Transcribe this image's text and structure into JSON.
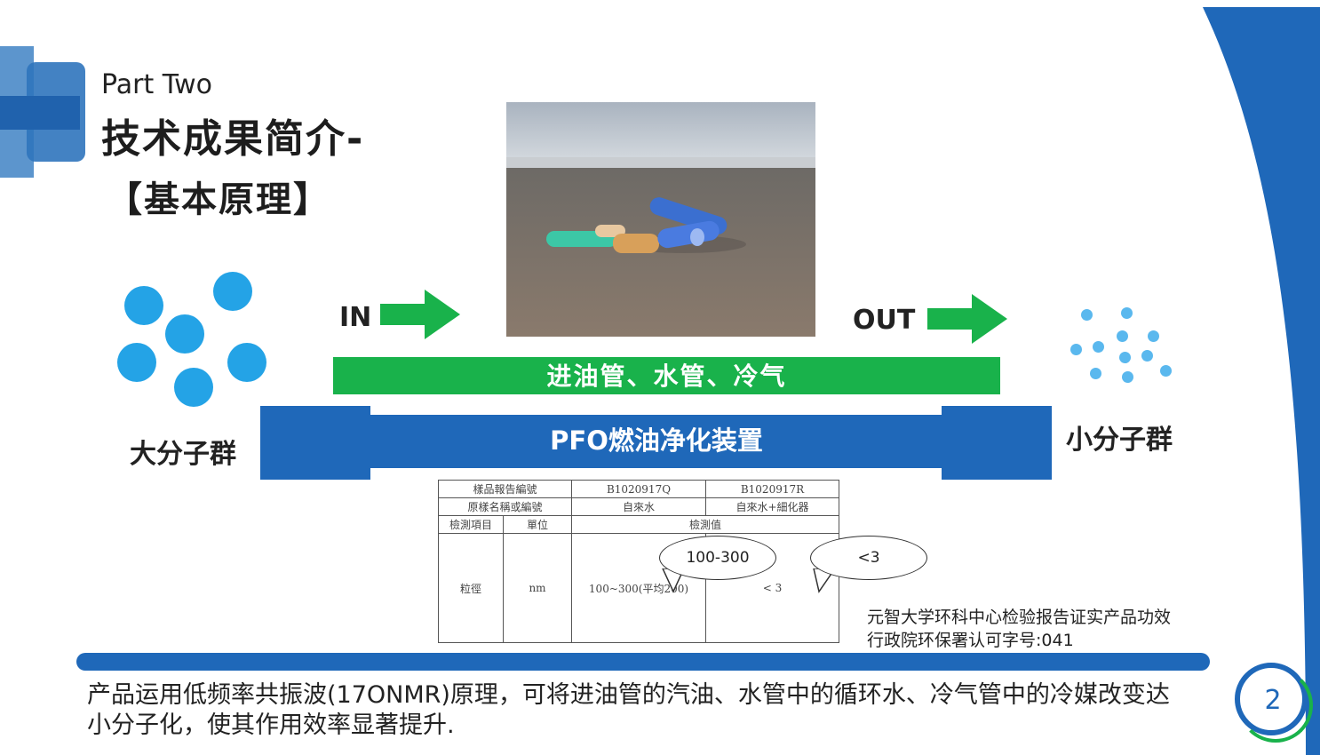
{
  "header": {
    "part": "Part Two",
    "title": "技术成果简介-",
    "subtitle": "【基本原理】"
  },
  "diagram": {
    "in_label": "IN",
    "out_label": "OUT",
    "pipe_label": "进油管、水管、冷气",
    "device_label": "PFO燃油净化装置",
    "large_molecule_label": "大分子群",
    "small_molecule_label": "小分子群"
  },
  "report": {
    "rows": [
      [
        "樣品報告編號",
        "B1020917Q",
        "B1020917R"
      ],
      [
        "原樣名稱或編號",
        "自來水",
        "自來水+細化器"
      ]
    ],
    "item_header": "檢測項目",
    "unit_header": "單位",
    "value_header": "檢測值",
    "item": "粒徑",
    "unit": "nm",
    "value_q": "100~300(平均200)",
    "value_r": "< 3"
  },
  "callouts": {
    "left": "100-300",
    "right": "<3"
  },
  "note": {
    "line1": "元智大学环科中心检验报告证实产品功效",
    "line2": "行政院环保署认可字号:041"
  },
  "description": "产品运用低频率共振波(17ONMR)原理，可将进油管的汽油、水管中的循环水、冷气管中的冷媒改变达小分子化，使其作用效率显著提升.",
  "page_number": "2",
  "colors": {
    "accent_blue": "#1f68b9",
    "accent_green": "#19b24b",
    "molecule_blue": "#24a3e6"
  }
}
